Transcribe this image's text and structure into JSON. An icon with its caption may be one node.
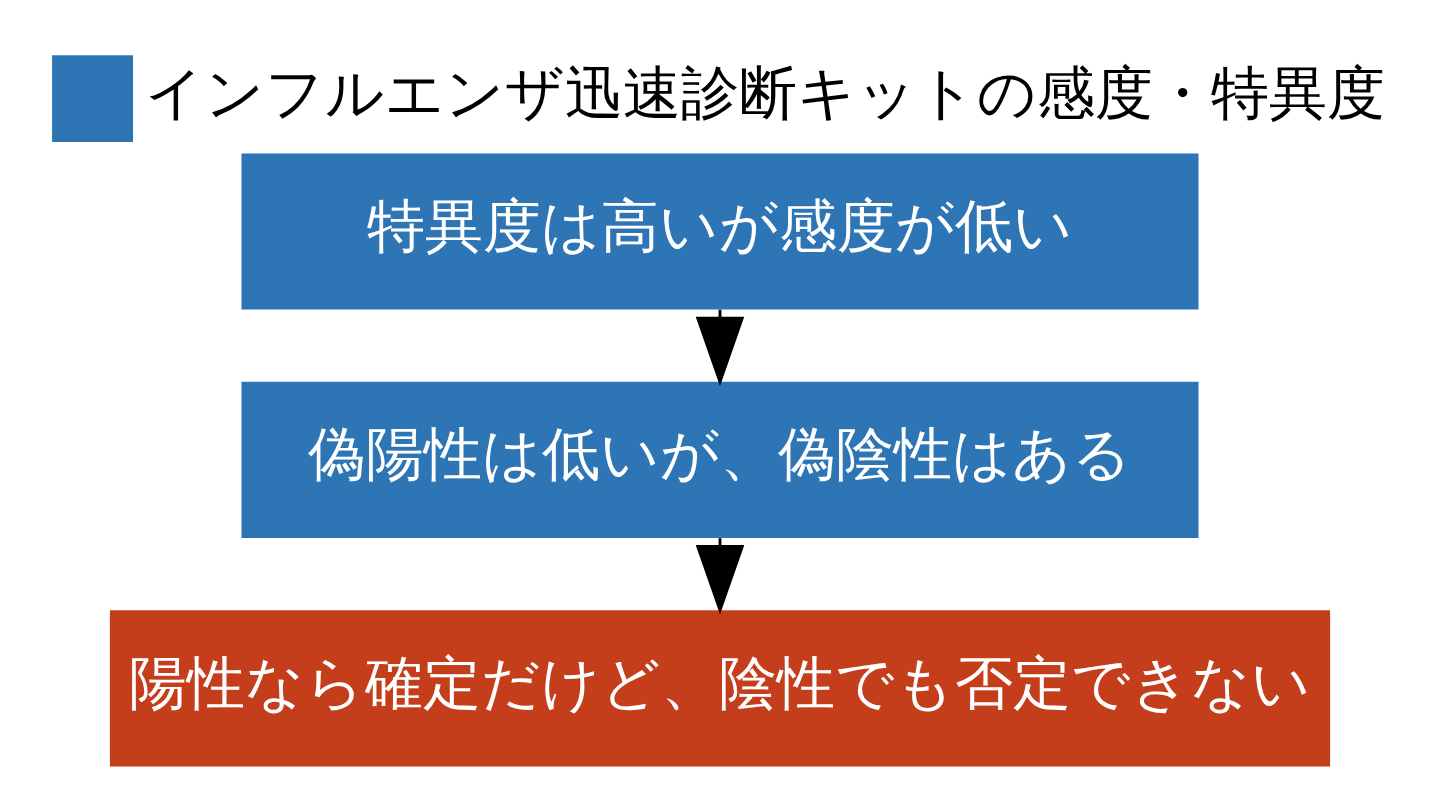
{
  "diagram": {
    "title": "インフルエンザ迅速診断キットの感度・特異度",
    "nodes": [
      {
        "text": [
          "特異度は高いが感度が低い"
        ]
      },
      {
        "text": [
          "偽陽性は低いが、偽陰性はある"
        ]
      },
      {
        "text": [
          "陽性なら確定だけど、陰性でも否定できない"
        ]
      }
    ],
    "edges": [
      {
        "from": 0,
        "to": 1,
        "arrow": "to"
      },
      {
        "from": 1,
        "to": 2,
        "arrow": "to"
      }
    ]
  }
}
